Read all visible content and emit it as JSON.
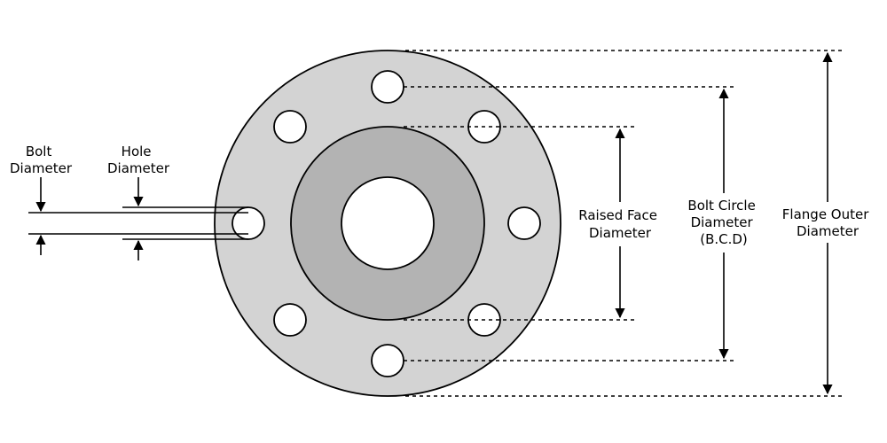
{
  "colors": {
    "outline": "#000000",
    "flange_body": "#d3d3d3",
    "raised_face": "#b3b3b3",
    "bore": "#ffffff",
    "bolt_hole": "#ffffff"
  },
  "labels": {
    "bolt_diameter": [
      "Bolt",
      "Diameter"
    ],
    "hole_diameter": [
      "Hole",
      "Diameter"
    ],
    "raised_face_diameter": [
      "Raised Face",
      "Diameter"
    ],
    "bolt_circle_diameter": [
      "Bolt Circle",
      "Diameter",
      "(B.C.D)"
    ],
    "flange_outer_diameter": [
      "Flange Outer",
      "Diameter"
    ]
  },
  "flange": {
    "bolt_hole_count": 8
  }
}
